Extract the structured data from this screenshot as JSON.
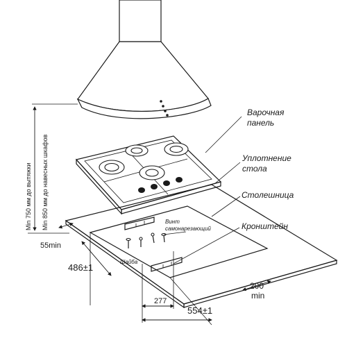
{
  "labels": {
    "cooktop": [
      "Варочная",
      "панель"
    ],
    "table_seal": [
      "Уплотнение",
      "стола"
    ],
    "countertop": "Столешница",
    "bracket": "Кронштейн",
    "screw": [
      "Винт",
      "самонарезающий"
    ],
    "washer": "Шайба"
  },
  "clearances": {
    "hood_min": "Min 750 мм до вытяжки",
    "cabinet_min": "Min 850 мм до навесных шкафов"
  },
  "dimensions": {
    "edge_min": "55min",
    "depth": "486±1",
    "side_min": [
      "200",
      "min"
    ],
    "half_width": "277",
    "width": "554±1"
  }
}
